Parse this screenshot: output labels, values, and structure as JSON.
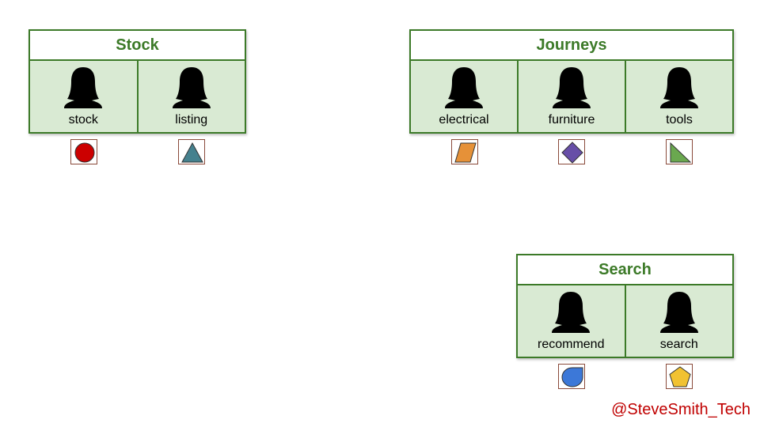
{
  "teams": [
    {
      "title": "Stock",
      "members": [
        {
          "label": "stock",
          "shape": "circle-icon",
          "color": "#cc0000"
        },
        {
          "label": "listing",
          "shape": "triangle-icon",
          "color": "#45818e"
        }
      ]
    },
    {
      "title": "Journeys",
      "members": [
        {
          "label": "electrical",
          "shape": "parallelogram-icon",
          "color": "#e69138"
        },
        {
          "label": "furniture",
          "shape": "diamond-icon",
          "color": "#674ea7"
        },
        {
          "label": "tools",
          "shape": "right-triangle-icon",
          "color": "#6aa84f"
        }
      ]
    },
    {
      "title": "Search",
      "members": [
        {
          "label": "recommend",
          "shape": "teardrop-icon",
          "color": "#3c78d8"
        },
        {
          "label": "search",
          "shape": "pentagon-icon",
          "color": "#f1c232"
        }
      ]
    }
  ],
  "handle": "@SteveSmith_Tech"
}
